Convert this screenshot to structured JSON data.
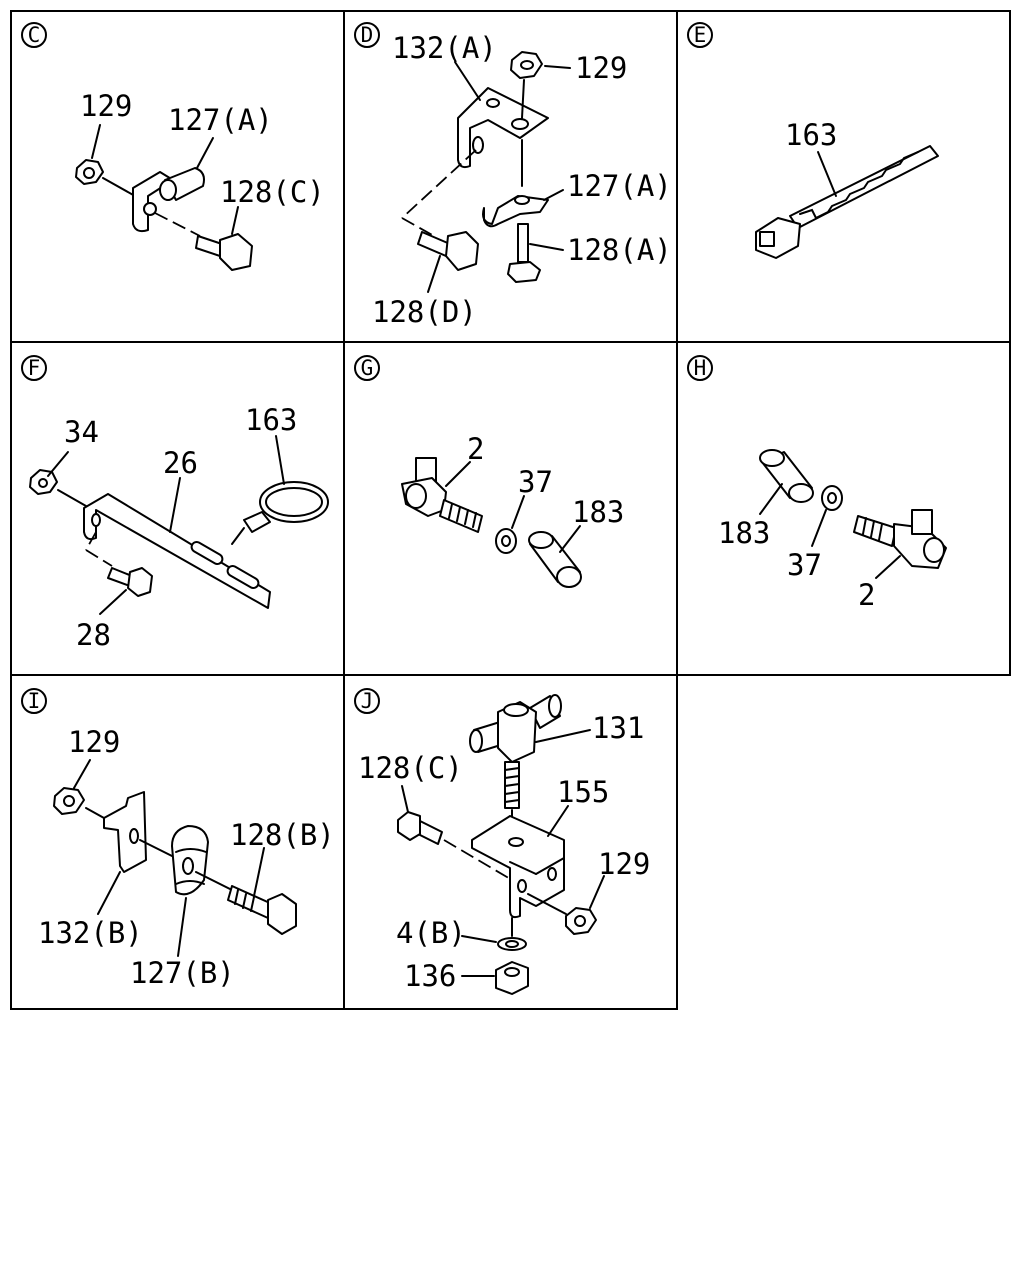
{
  "panels": [
    {
      "letter": "C",
      "labels": [
        "129",
        "127(A)",
        "128(C)"
      ]
    },
    {
      "letter": "D",
      "labels": [
        "132(A)",
        "129",
        "127(A)",
        "128(A)",
        "128(D)"
      ]
    },
    {
      "letter": "E",
      "labels": [
        "163"
      ]
    },
    {
      "letter": "F",
      "labels": [
        "34",
        "26",
        "163",
        "28"
      ]
    },
    {
      "letter": "G",
      "labels": [
        "2",
        "37",
        "183"
      ]
    },
    {
      "letter": "H",
      "labels": [
        "183",
        "37",
        "2"
      ]
    },
    {
      "letter": "I",
      "labels": [
        "129",
        "128(B)",
        "132(B)",
        "127(B)"
      ]
    },
    {
      "letter": "J",
      "labels": [
        "131",
        "128(C)",
        "155",
        "129",
        "4(B)",
        "136"
      ]
    }
  ]
}
